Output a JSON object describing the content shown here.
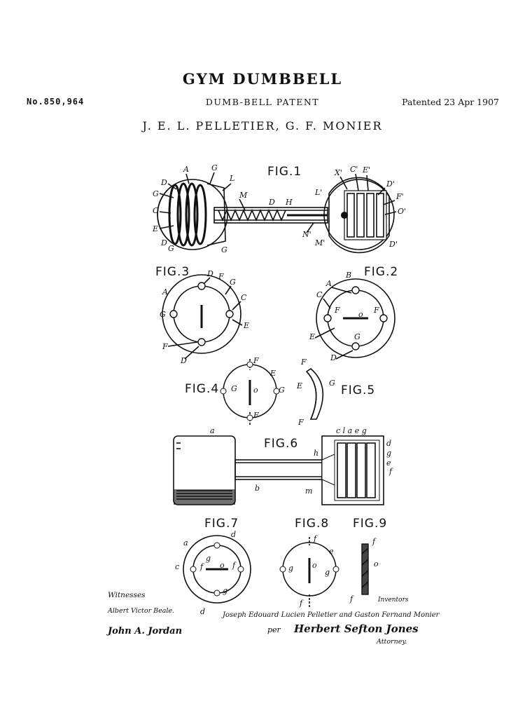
{
  "header": {
    "title": "GYM DUMBBELL",
    "patent_number": "No.850,964",
    "subtitle": "DUMB-BELL PATENT",
    "patent_date": "Patented 23 Apr 1907",
    "inventors": "J. E. L. PELLETIER, G. F. MONIER"
  },
  "figures": {
    "fig1": "FIG.1",
    "fig2": "FIG.2",
    "fig3": "FIG.3",
    "fig4": "FIG.4",
    "fig5": "FIG.5",
    "fig6": "FIG.6",
    "fig7": "FIG.7",
    "fig8": "FIG.8",
    "fig9": "FIG.9"
  },
  "signatures": {
    "witnesses_label": "Witnesses",
    "witness_1": "Albert Victor Beale.",
    "witness_2": "John A. Jordan",
    "inventors_label": "Inventors",
    "inventor_names": "Joseph Edouard Lucien Pelletier and Gaston Fernand Monier",
    "per": "per",
    "attorney_sig": "Herbert Sefton Jones",
    "attorney_label": "Attorney."
  }
}
